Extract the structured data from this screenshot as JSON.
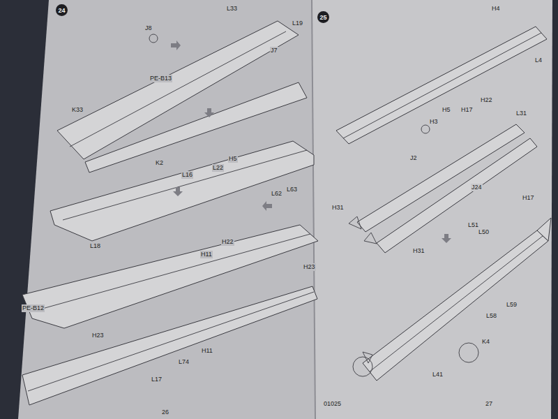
{
  "diagram": {
    "nodes": [
      {
        "text": [
          "24"
        ]
      },
      {
        "text": [
          "25"
        ]
      }
    ],
    "labels": [
      "L33",
      "L19",
      "J8",
      "J7",
      "PE-B13",
      "K33",
      "K2",
      "H5",
      "L22",
      "L16",
      "L62",
      "L63",
      "L18",
      "H22",
      "H11",
      "PE-B12",
      "H23",
      "H23",
      "L74",
      "H11",
      "L17",
      "26",
      "H4",
      "L4",
      "H22",
      "H5",
      "H3",
      "H17",
      "L31",
      "J2",
      "J24",
      "H31",
      "H31",
      "H17",
      "L51",
      "L50",
      "L58",
      "L59",
      "K4",
      "L41",
      "01025",
      "27"
    ]
  }
}
